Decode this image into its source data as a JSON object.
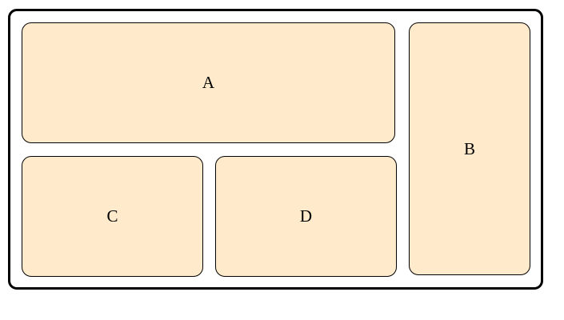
{
  "diagram": {
    "colors": {
      "panel_fill": "#ffebcc",
      "border": "#000000",
      "background": "#ffffff"
    },
    "panels": {
      "a": {
        "label": "A"
      },
      "b": {
        "label": "B"
      },
      "c": {
        "label": "C"
      },
      "d": {
        "label": "D"
      }
    }
  }
}
